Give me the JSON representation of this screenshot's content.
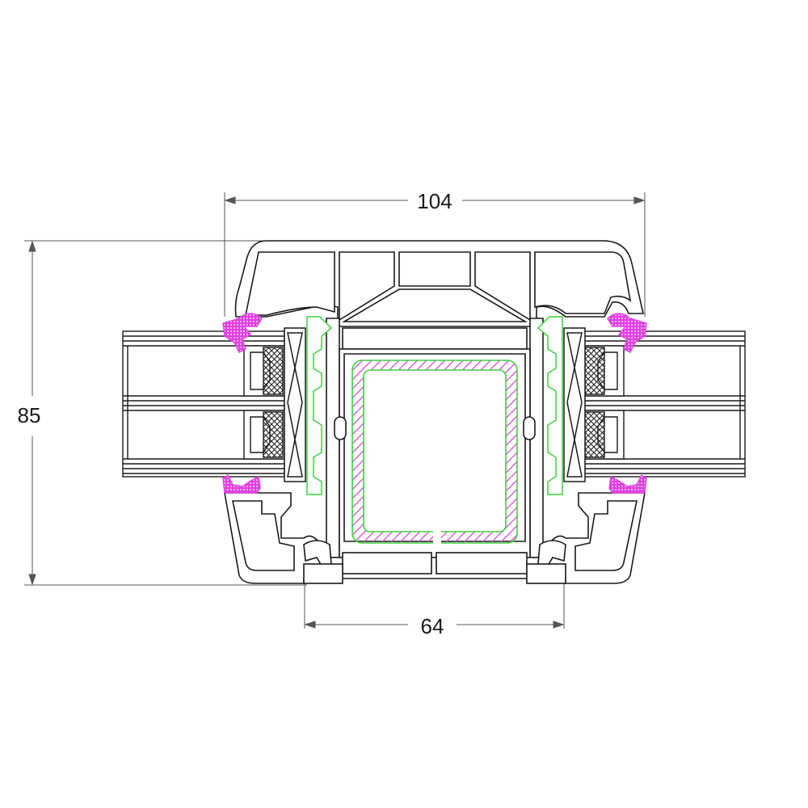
{
  "dimensions": {
    "overall_width": "104",
    "overall_height": "85",
    "inner_width": "64"
  },
  "colors": {
    "outline": "#1a1a1a",
    "gasket": "#e040e0",
    "reinforcement": "#e040e0",
    "glazing_bead": "#3cd23c",
    "dimension_line": "#555555",
    "foam_hatch": "#333333"
  }
}
